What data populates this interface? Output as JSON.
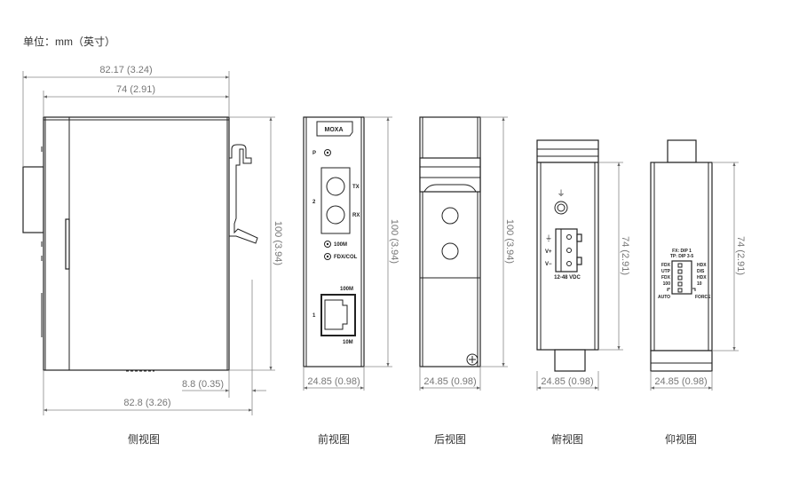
{
  "unit_label": "单位：mm（英寸）",
  "side_view": {
    "caption": "侧视图",
    "dim_overall_width": "82.17 (3.24)",
    "dim_body_width": "74 (2.91)",
    "dim_height": "100 (3.94)",
    "dim_clip": "8.8 (0.35)",
    "dim_total_depth": "82.8 (3.26)"
  },
  "front_view": {
    "caption": "前视图",
    "logo": "MOXA",
    "led_p": "P",
    "port2": "2",
    "tx": "TX",
    "rx": "RX",
    "led_100m": "100M",
    "led_fdx": "FDX/COL",
    "port1": "1",
    "port1_top": "100M",
    "port1_bottom": "10M",
    "dim_width": "24.85 (0.98)",
    "dim_height": "100 (3.94)"
  },
  "rear_view": {
    "caption": "后视图",
    "dim_width": "24.85 (0.98)",
    "dim_height": "100 (3.94)"
  },
  "top_view": {
    "caption": "俯视图",
    "ground_symbol": "⏚",
    "terminal_ground": "⏚",
    "terminal_vplus": "V+",
    "terminal_vminus": "V−",
    "voltage": "12-48 VDC",
    "dim_width": "24.85 (0.98)",
    "dim_height": "74 (2.91)"
  },
  "bottom_view": {
    "caption": "仰视图",
    "dip_title1": "FX: DIP 1",
    "dip_title2": "TP: DIP 3-5",
    "left_labels": [
      "FDX",
      "UTP",
      "FDX",
      "100"
    ],
    "right_labels": [
      "HDX",
      "DIS",
      "HDX",
      "10"
    ],
    "auto": "AUTO",
    "force": "FORCE",
    "dim_width": "24.85 (0.98)",
    "dim_height": "74 (2.91)"
  }
}
